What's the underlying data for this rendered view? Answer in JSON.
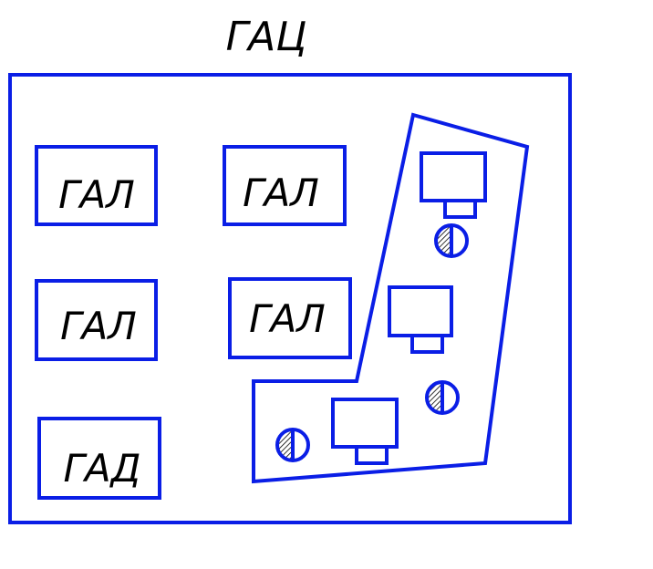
{
  "title": "ГАЦ",
  "labels": {
    "gal_1": "ГАЛ",
    "gal_2": "ГАЛ",
    "gal_3": "ГАЛ",
    "gal_4": "ГАЛ",
    "gad": "ГАД"
  },
  "colors": {
    "line": "#0a1ee6",
    "text": "#000000",
    "background": "#ffffff"
  }
}
